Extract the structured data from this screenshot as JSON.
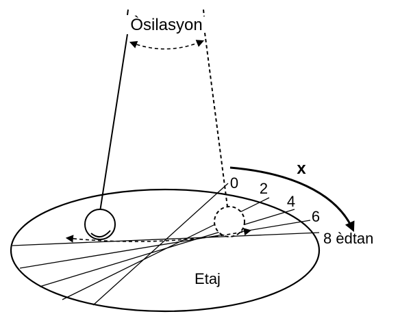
{
  "diagram": {
    "title_label": "Òsilasyon",
    "floor_label": "Etaj",
    "rotation_label": "x",
    "hour_marks": [
      "0",
      "2",
      "4",
      "6"
    ],
    "last_mark": "8 èdtan",
    "ink_color": "#000000",
    "background_color": "#ffffff"
  }
}
